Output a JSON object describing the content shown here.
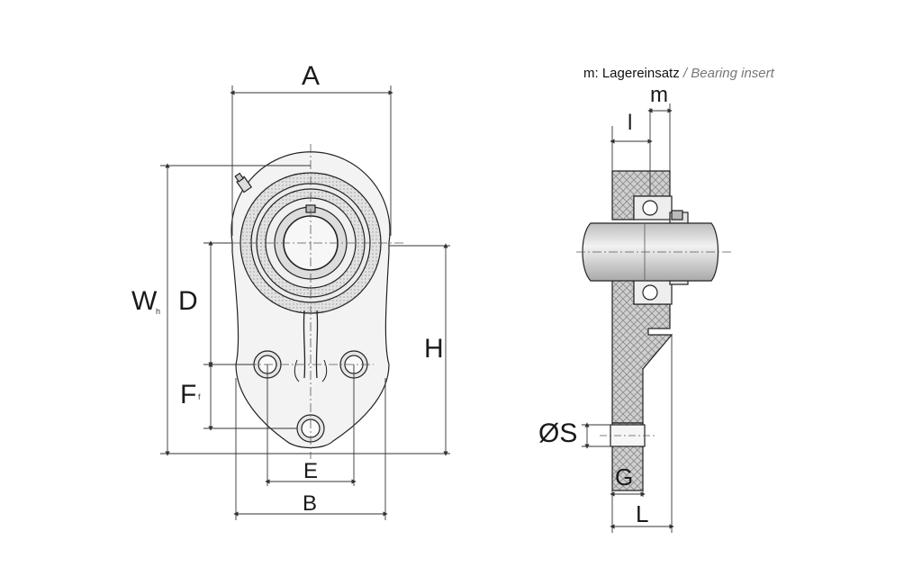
{
  "caption": {
    "prefix": "m: Lagereinsatz",
    "separator": " / ",
    "english": "Bearing insert"
  },
  "front_view": {
    "dim_A": "A",
    "dim_W": "W",
    "dim_W_sub": "h",
    "dim_D": "D",
    "dim_F": "F",
    "dim_F_sub": "f",
    "dim_H": "H",
    "dim_E": "E",
    "dim_B": "B"
  },
  "side_view": {
    "dim_l": "l",
    "dim_m": "m",
    "dim_S": "ØS",
    "dim_G": "G",
    "dim_L": "L"
  },
  "colors": {
    "line": "#222222",
    "dim_line": "#333333",
    "hatch": "#9a9a9a",
    "shaft": "#d8d8d8"
  }
}
